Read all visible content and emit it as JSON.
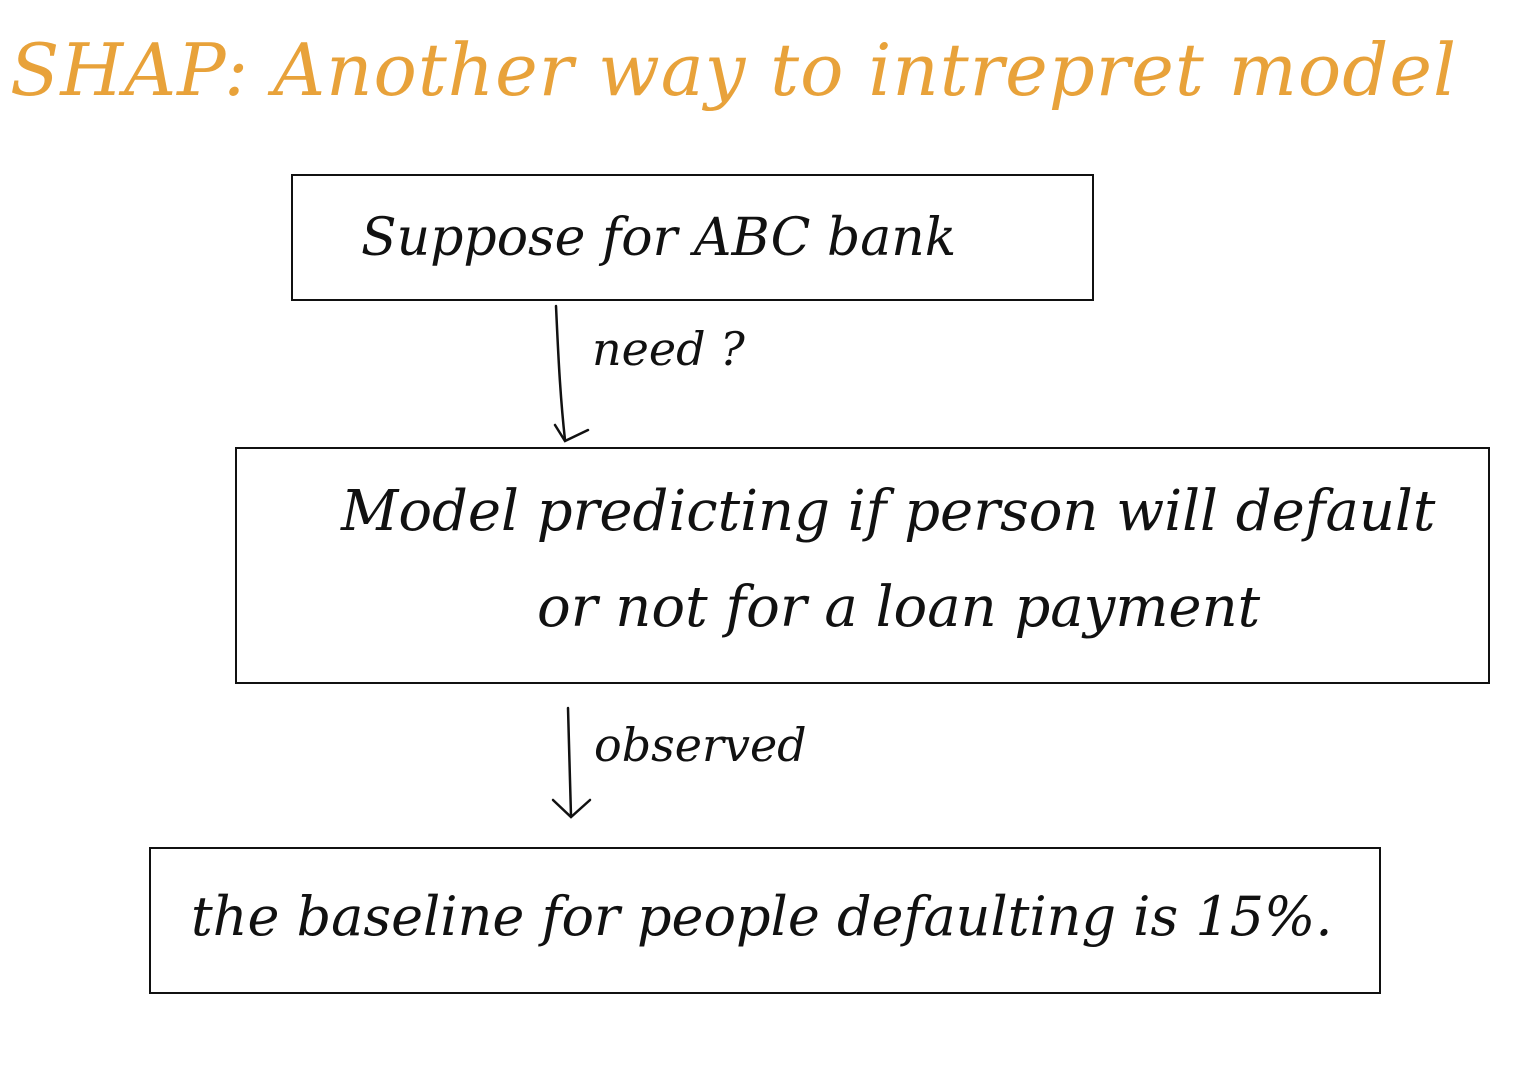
{
  "title": "SHAP: Another way to intrepret model",
  "colors": {
    "title": "#e8a23a",
    "ink": "#111111",
    "background": "#ffffff"
  },
  "nodes": {
    "box1": {
      "text": "Suppose for ABC bank"
    },
    "box2": {
      "line1": "Model predicting if person will default",
      "line2": "or not for a loan payment"
    },
    "box3": {
      "text": "the baseline for people defaulting is 15%."
    }
  },
  "edges": {
    "edge1": {
      "label": "need ?"
    },
    "edge2": {
      "label": "observed"
    }
  }
}
